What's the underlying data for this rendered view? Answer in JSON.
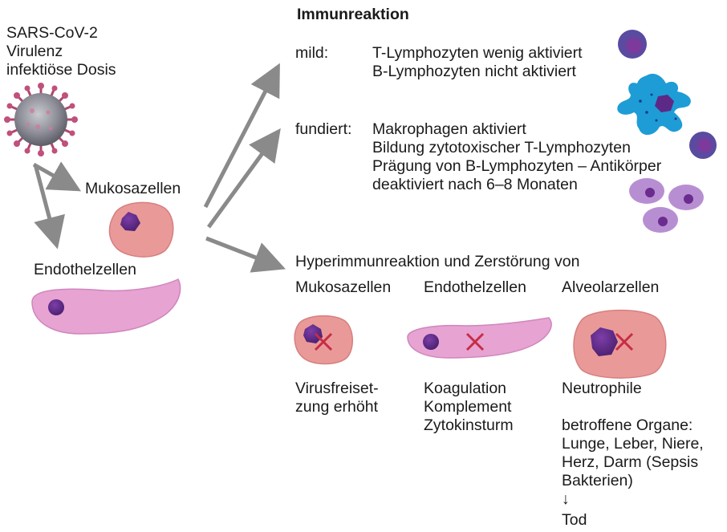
{
  "virus": {
    "label_line1": "SARS-CoV-2",
    "label_line2": "Virulenz",
    "label_line3": "infektiöse Dosis"
  },
  "target_cells": {
    "mucosa": "Mukosazellen",
    "endothelial": "Endothelzellen"
  },
  "immune_reaction": {
    "title": "Immunreaktion",
    "mild_label": "mild:",
    "mild_lines": [
      "T-Lymphozyten wenig aktiviert",
      "B-Lymphozyten nicht aktiviert"
    ],
    "fundiert_label": "fundiert:",
    "fundiert_lines": [
      "Makrophagen aktiviert",
      "Bildung zytotoxischer T-Lymphozyten",
      "Prägung von B-Lymphozyten – Antikörper",
      "deaktiviert nach 6–8 Monaten"
    ]
  },
  "hyper": {
    "title": "Hyperimmunreaktion und Zerstörung von",
    "columns": [
      {
        "header": "Mukosazellen",
        "lines": [
          "Virusfreiset-",
          "zung erhöht"
        ]
      },
      {
        "header": "Endothelzellen",
        "lines": [
          "Koagulation",
          "Komplement",
          "Zytokinsturm"
        ]
      },
      {
        "header": "Alveolarzellen",
        "lines": [
          "Neutrophile"
        ]
      }
    ],
    "organs_lines": [
      "betroffene Organe:",
      "Lunge, Leber, Niere,",
      "Herz, Darm (Sepsis",
      "Bakterien)"
    ],
    "down_arrow": "↓",
    "outcome": "Tod"
  },
  "colors": {
    "arrow": "#8a8a8a",
    "mucosa_cell": "#e99a98",
    "endothelial_cell": "#e7a3d2",
    "nucleus": "#5c2a86",
    "x_mark": "#c62d46",
    "dendritic_cell": "#1e9cd6",
    "lymphocyte": "#5a4aa0",
    "b_cell": "#b88ed3"
  }
}
